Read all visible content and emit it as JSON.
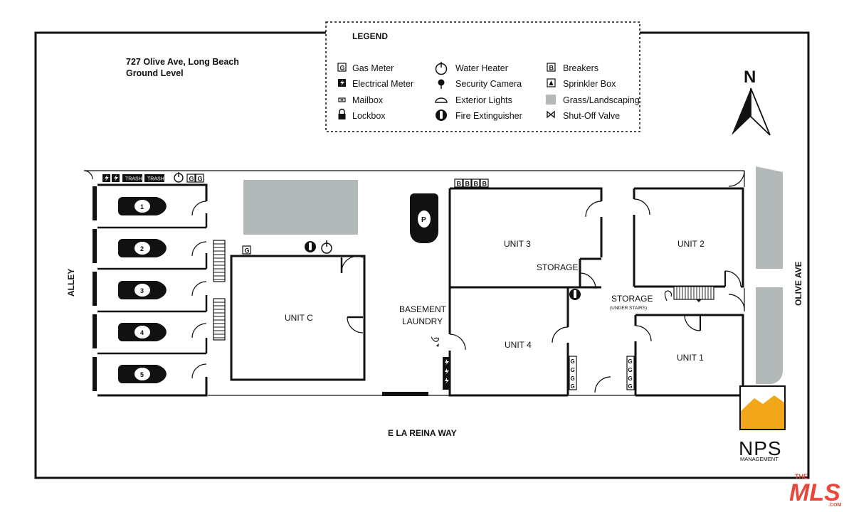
{
  "map": {
    "address_line1": "727 Olive Ave, Long Beach",
    "address_line2": "Ground Level",
    "north_label": "N",
    "streets": {
      "alley": "ALLEY",
      "olive": "OLIVE AVE",
      "reina": "E LA REINA WAY"
    },
    "units": {
      "unit_c": "UNIT C",
      "unit_3": "UNIT 3",
      "unit_4": "UNIT 4",
      "unit_2": "UNIT 2",
      "unit_1": "UNIT 1",
      "storage_a": "STORAGE",
      "storage_b": "STORAGE",
      "storage_b_sub": "(UNDER STAIRS)",
      "laundry_line1": "BASEMENT",
      "laundry_line2": "LAUNDRY"
    },
    "parking": [
      "1",
      "2",
      "3",
      "4",
      "5"
    ],
    "extra_parking": "P",
    "trash_labels": [
      "TRASH",
      "TRASH"
    ],
    "meter_glyph": "G",
    "breaker_glyph": "B"
  },
  "legend": {
    "title": "LEGEND",
    "items": [
      {
        "icon": "gas-meter-icon",
        "label": "Gas Meter"
      },
      {
        "icon": "electrical-meter-icon",
        "label": "Electrical Meter"
      },
      {
        "icon": "mailbox-icon",
        "label": "Mailbox"
      },
      {
        "icon": "lockbox-icon",
        "label": "Lockbox"
      },
      {
        "icon": "water-heater-icon",
        "label": "Water Heater"
      },
      {
        "icon": "security-camera-icon",
        "label": "Security Camera"
      },
      {
        "icon": "exterior-lights-icon",
        "label": "Exterior Lights"
      },
      {
        "icon": "fire-extinguisher-icon",
        "label": "Fire Extinguisher"
      },
      {
        "icon": "breakers-icon",
        "label": "Breakers"
      },
      {
        "icon": "sprinkler-box-icon",
        "label": "Sprinkler Box"
      },
      {
        "icon": "grass-landscaping-icon",
        "label": "Grass/Landscaping"
      },
      {
        "icon": "shut-off-valve-icon",
        "label": "Shut-Off Valve"
      }
    ]
  },
  "branding": {
    "company": "NPS",
    "company_sub": "MANAGEMENT",
    "mls_the": "THE",
    "mls": "MLS",
    "mls_com": ".COM",
    "accent_color": "#f2a71b",
    "mls_color": "#e8473a",
    "grass_color": "#b3b9b8"
  }
}
